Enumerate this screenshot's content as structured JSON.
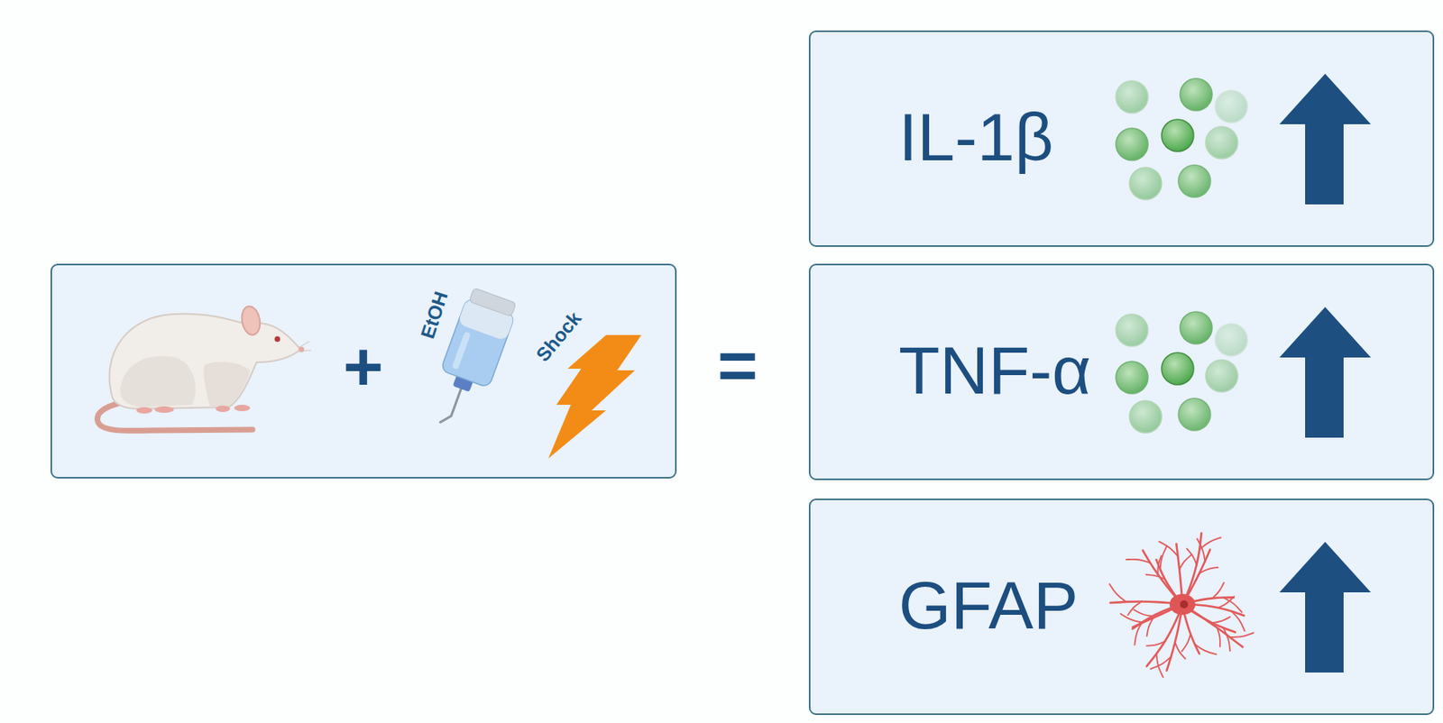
{
  "diagram": {
    "nodes": [
      {
        "text": [
          "EtOH",
          "Shock"
        ]
      },
      {
        "text": [
          "IL-1β"
        ]
      },
      {
        "text": [
          "TNF-α"
        ]
      },
      {
        "text": [
          "GFAP"
        ]
      }
    ],
    "labels": [
      "+",
      "="
    ]
  }
}
